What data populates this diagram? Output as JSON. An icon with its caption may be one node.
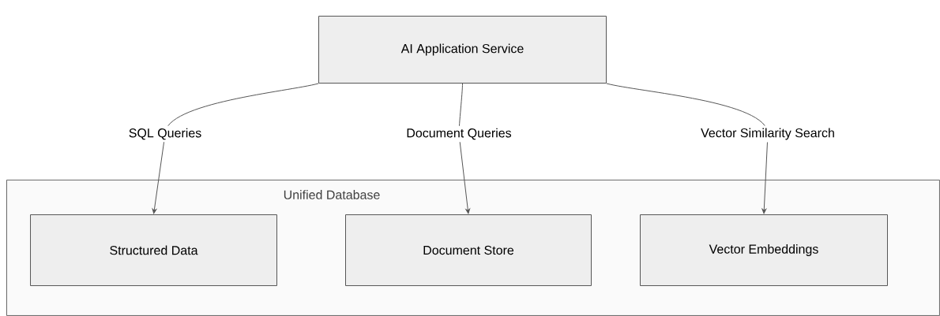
{
  "diagram": {
    "nodes": [
      {
        "text": [
          "AI Application Service"
        ]
      },
      {
        "text": [
          "Unified Database"
        ]
      },
      {
        "text": [
          "Structured Data"
        ],
        "in": 1
      },
      {
        "text": [
          "Document Store"
        ],
        "in": 1
      },
      {
        "text": [
          "Vector Embeddings"
        ],
        "in": 1
      }
    ],
    "edges": [
      {
        "from": 0,
        "to": 2,
        "arrow": "to",
        "label": "SQL Queries"
      },
      {
        "from": 0,
        "to": 3,
        "arrow": "to",
        "label": "Document Queries"
      },
      {
        "from": 0,
        "to": 4,
        "arrow": "to",
        "label": "Vector Similarity Search"
      }
    ]
  }
}
